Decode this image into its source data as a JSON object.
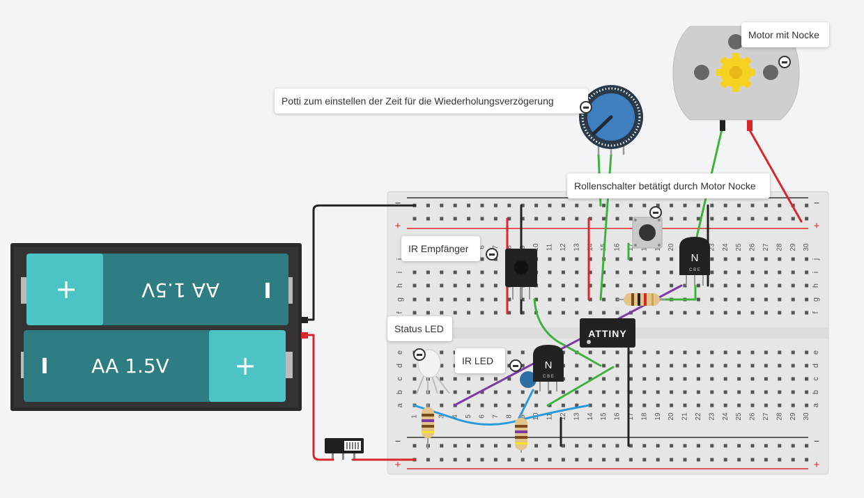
{
  "callouts": {
    "potti": "Potti zum einstellen der Zeit für die Wiederholungsverzögerung",
    "motor": "Motor mit Nocke",
    "rollenschalter": "Rollenschalter betätigt durch Motor Nocke",
    "ir_empfaenger": "IR Empfänger",
    "status_led": "Status LED",
    "ir_led": "IR LED"
  },
  "battery": {
    "top_cell_label": "AA 1.5V",
    "bottom_cell_label": "AA 1.5V",
    "plus": "+",
    "minus": "I"
  },
  "chip_label": "ATTINY",
  "transistor_label": "N",
  "transistor_pins": "C B E",
  "breadboard": {
    "column_numbers": [
      "1",
      "2",
      "3",
      "4",
      "5",
      "6",
      "7",
      "8",
      "9",
      "10",
      "11",
      "12",
      "13",
      "14",
      "15",
      "16",
      "17",
      "18",
      "19",
      "20",
      "21",
      "22",
      "23",
      "24",
      "25",
      "26",
      "27",
      "28",
      "29",
      "30"
    ],
    "rows_top": [
      "j",
      "i",
      "h",
      "g",
      "f"
    ],
    "rows_bottom": [
      "e",
      "d",
      "c",
      "b",
      "a"
    ],
    "rail_minus": "−",
    "rail_plus": "+"
  },
  "colors": {
    "battery_teal": "#2e7d82",
    "battery_light_teal": "#4cc3c5",
    "wire_red": "#d9262a",
    "wire_black": "#222222",
    "wire_green": "#3db33d",
    "wire_blue": "#2a9bd9",
    "wire_purple": "#7b3aa6",
    "potentiometer_blue": "#3f7fc0",
    "motor_gear": "#f4d21f"
  }
}
